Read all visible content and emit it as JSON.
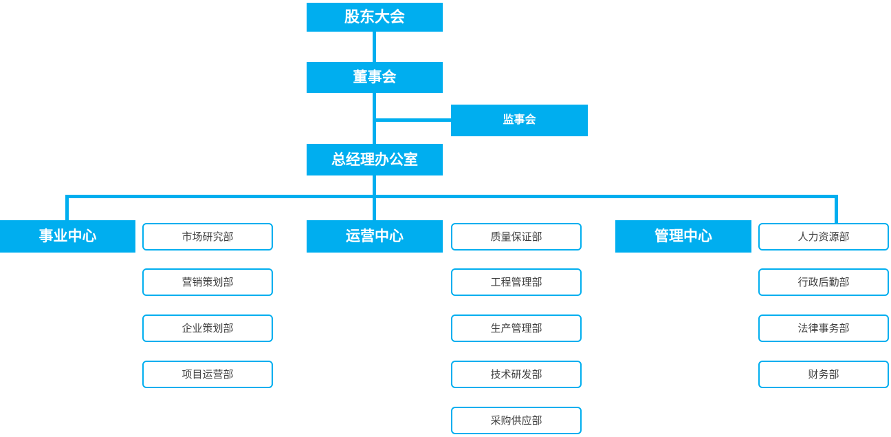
{
  "colors": {
    "accent": "#00AEEF",
    "department_text": "#3f3f3f",
    "box_text_on_accent": "#ffffff"
  },
  "org": {
    "root": {
      "label": "股东大会"
    },
    "board": {
      "label": "董事会"
    },
    "supervisory": {
      "label": "监事会"
    },
    "gm_office": {
      "label": "总经理办公室"
    },
    "centers": [
      {
        "label": "事业中心",
        "departments": [
          "市场研究部",
          "营销策划部",
          "企业策划部",
          "项目运营部"
        ]
      },
      {
        "label": "运营中心",
        "departments": [
          "质量保证部",
          "工程管理部",
          "生产管理部",
          "技术研发部",
          "采购供应部"
        ]
      },
      {
        "label": "管理中心",
        "departments": [
          "人力资源部",
          "行政后勤部",
          "法律事务部",
          "财务部"
        ]
      }
    ]
  }
}
